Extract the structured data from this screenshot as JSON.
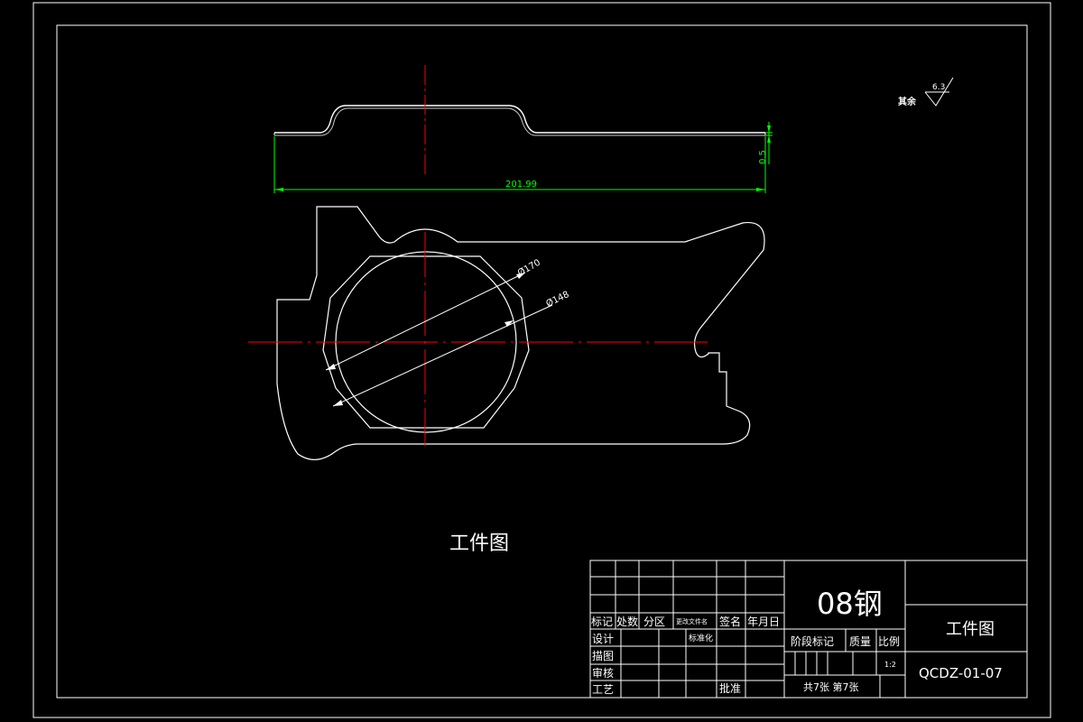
{
  "title_label": "工件图",
  "roughness": {
    "prefix": "其余",
    "value": "6.3"
  },
  "dimensions": {
    "length": "201.99",
    "thickness": "0.5",
    "outer_diameter": "Ø170",
    "inner_diameter": "Ø148"
  },
  "title_block": {
    "headers": {
      "mark": "标记",
      "count": "处数",
      "zone": "分区",
      "doc_no": "更改文件名",
      "signature": "签名",
      "date": "年月日"
    },
    "rows": {
      "design": "设计",
      "standardization": "标准化",
      "drawing": "描图",
      "review": "审核",
      "process": "工艺",
      "approve": "批准"
    },
    "material": "08钢",
    "stage_mark": "阶段标记",
    "mass": "质量",
    "scale_label": "比例",
    "scale_value": "1:2",
    "sheets": "共7张  第7张",
    "part_name": "工件图",
    "drawing_number": "QCDZ-01-07"
  },
  "colors": {
    "background": "#000000",
    "outline": "#ffffff",
    "centerline": "#ff0000",
    "dimension": "#00ff00"
  }
}
